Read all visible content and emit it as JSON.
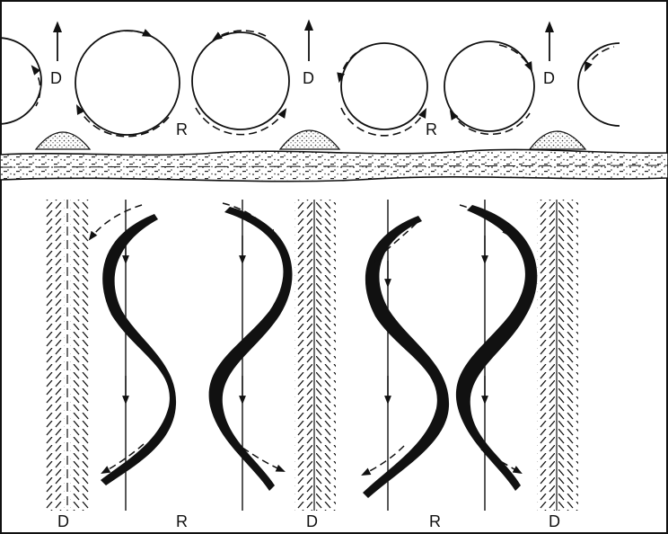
{
  "colors": {
    "ink": "#111111",
    "paper": "#ffffff",
    "sediment": "#9a9a9a"
  },
  "top_panel": {
    "labels": {
      "d_left": "D",
      "r_left": "R",
      "d_middle": "D",
      "r_right": "R",
      "d_right": "D"
    }
  },
  "bottom_panel": {
    "labels": {
      "d_left": "D",
      "r_left": "R",
      "d_middle": "D",
      "r_right": "R",
      "d_right": "D"
    }
  }
}
